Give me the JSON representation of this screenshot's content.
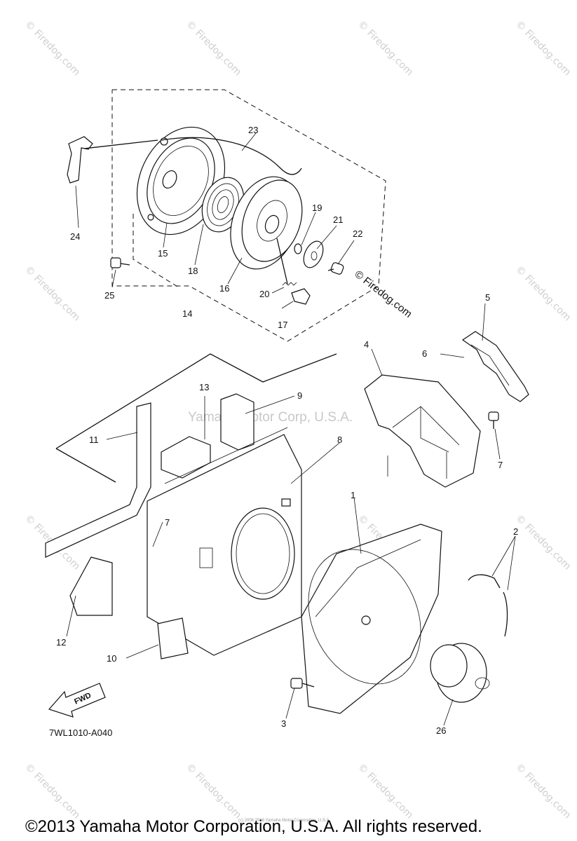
{
  "diagram": {
    "part_numbers": [
      "1",
      "2",
      "3",
      "4",
      "5",
      "6",
      "7",
      "8",
      "9",
      "10",
      "11",
      "12",
      "13",
      "14",
      "15",
      "16",
      "17",
      "18",
      "19",
      "20",
      "21",
      "22",
      "23",
      "24",
      "25",
      "26"
    ],
    "extra_label_7": "7",
    "drawing_code": "7WL1010-A040",
    "direction_arrow_label": "FWD"
  },
  "watermarks": {
    "site": "© Firedog.com",
    "site_inline_1": "© Firedog.com",
    "center": "Yamaha Motor Corp, U.S.A.",
    "tiny": "(c) 2006 2016 Yamaha Motor Corporation, U.S.A."
  },
  "footer": {
    "copyright": "©2013 Yamaha Motor Corporation, U.S.A. All rights reserved."
  }
}
